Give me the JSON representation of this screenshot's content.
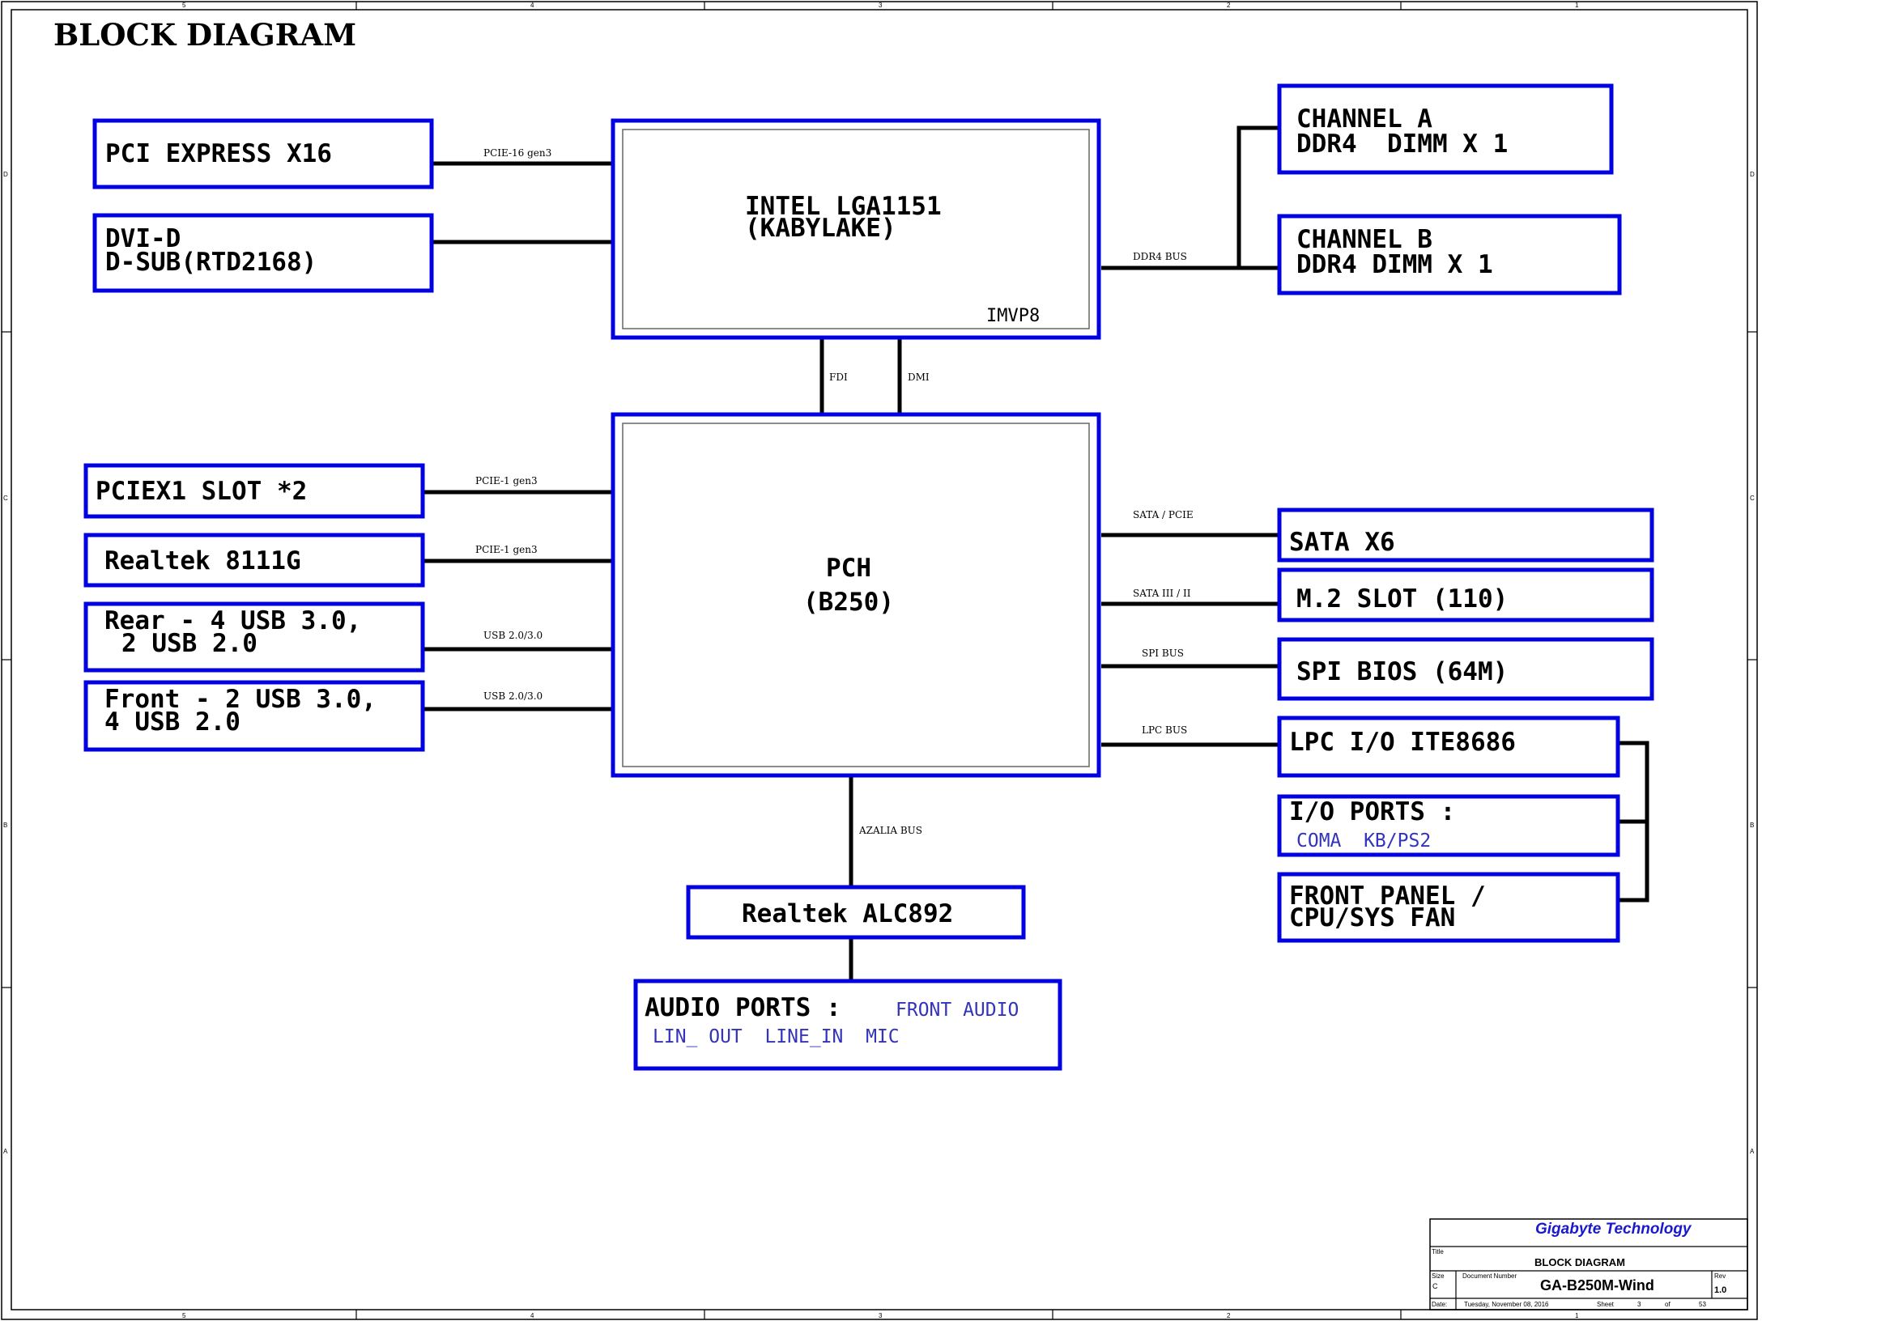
{
  "diagram": {
    "title": "BLOCK DIAGRAM",
    "cpu": {
      "line1": "INTEL LGA1151",
      "line2": "(KABYLAKE)",
      "vr": "IMVP8"
    },
    "pch": {
      "line1": "PCH",
      "line2": "(B250)"
    },
    "left_blocks": {
      "pcie16": "PCI EXPRESS X16",
      "dvi_line1": "DVI-D",
      "dvi_line2": "D-SUB(RTD2168)",
      "pciex1": "PCIEX1 SLOT *2",
      "lan": "Realtek 8111G",
      "rear_line1": "Rear - 4 USB 3.0,",
      "rear_line2": "2 USB 2.0",
      "front_line1": "Front - 2 USB 3.0,",
      "front_line2": "4 USB 2.0"
    },
    "right_blocks": {
      "cha_line1": "CHANNEL A",
      "cha_line2": "DDR4  DIMM X 1",
      "chb_line1": "CHANNEL B",
      "chb_line2": "DDR4 DIMM X 1",
      "sata": "SATA X6",
      "m2": "M.2 SLOT (110)",
      "spi": "SPI BIOS (64M)",
      "lpc": "LPC I/O ITE8686",
      "io_line1": "I/O PORTS :",
      "io_sub": "COMA  KB/PS2",
      "fp_line1": "FRONT PANEL /",
      "fp_line2": "CPU/SYS FAN"
    },
    "bottom_blocks": {
      "codec": "Realtek ALC892",
      "audio_title": "AUDIO PORTS :",
      "audio_front": "FRONT AUDIO",
      "audio_line2": "LIN_ OUT  LINE_IN  MIC"
    },
    "buses": {
      "pcie16": "PCIE-16 gen3",
      "ddr4": "DDR4 BUS",
      "fdi": "FDI",
      "dmi": "DMI",
      "pcie1_a": "PCIE-1 gen3",
      "pcie1_b": "PCIE-1 gen3",
      "usb_a": "USB 2.0/3.0",
      "usb_b": "USB 2.0/3.0",
      "sata_pcie": "SATA / PCIE",
      "sata3": "SATA III / II",
      "spi": "SPI BUS",
      "lpc": "LPC BUS",
      "azalia": "AZALIA BUS"
    }
  },
  "title_block": {
    "company": "Gigabyte Technology",
    "title_caption": "Title",
    "title": "BLOCK DIAGRAM",
    "size_caption": "Size",
    "size": "C",
    "docnum_caption": "Document Number",
    "docnum": "GA-B250M-Wind",
    "rev_caption": "Rev",
    "rev": "1.0",
    "date_caption": "Date:",
    "date": "Tuesday, November 08, 2016",
    "sheet_caption": "Sheet",
    "sheet": "3",
    "of_caption": "of",
    "sheet_total": "53"
  },
  "border_zones": {
    "top": [
      "5",
      "4",
      "3",
      "2",
      "1"
    ],
    "side": [
      "D",
      "C",
      "B",
      "A"
    ]
  },
  "colors": {
    "block_border": "#0000e0",
    "wire": "#000000",
    "sub_text": "#3333bb",
    "company_text": "#1a1acc"
  }
}
